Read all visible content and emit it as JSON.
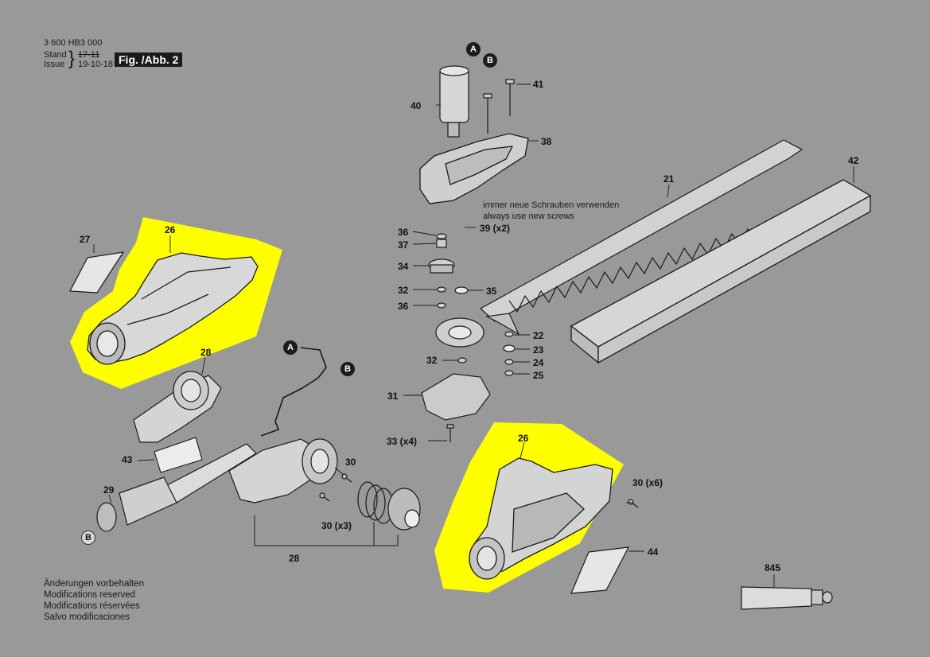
{
  "header": {
    "part_number": "3 600 HB3 000",
    "stand_label": "Stand",
    "stand_value": "17-11",
    "issue_label": "Issue",
    "issue_value": "19-10-18",
    "figure_tag": "Fig. /Abb. 2"
  },
  "note": {
    "line1": "immer neue Schrauben verwenden",
    "line2": "always use new screws"
  },
  "footer": {
    "line1": "Änderungen vorbehalten",
    "line2": "Modifications reserved",
    "line3": "Modifications réservées",
    "line4": "Salvo modificaciones"
  },
  "connectors": {
    "a": "A",
    "b": "B"
  },
  "labels": {
    "p40": "40",
    "p41": "41",
    "p38": "38",
    "p21": "21",
    "p42": "42",
    "p36a": "36",
    "p37": "37",
    "p34": "34",
    "p32a": "32",
    "p35": "35",
    "p36b": "36",
    "p39": "39 (x2)",
    "p22": "22",
    "p23": "23",
    "p24": "24",
    "p25": "25",
    "p32b": "32",
    "p31": "31",
    "p33": "33 (x4)",
    "p27": "27",
    "p26a": "26",
    "p28a": "28",
    "p43": "43",
    "p29": "29",
    "p30a": "30",
    "p30b": "30 (x3)",
    "p28b": "28",
    "p26b": "26",
    "p30c": "30 (x6)",
    "p44": "44",
    "p845": "845"
  },
  "colors": {
    "background": "#999999",
    "highlight": "#ffff00",
    "line": "#1a1a1a"
  }
}
